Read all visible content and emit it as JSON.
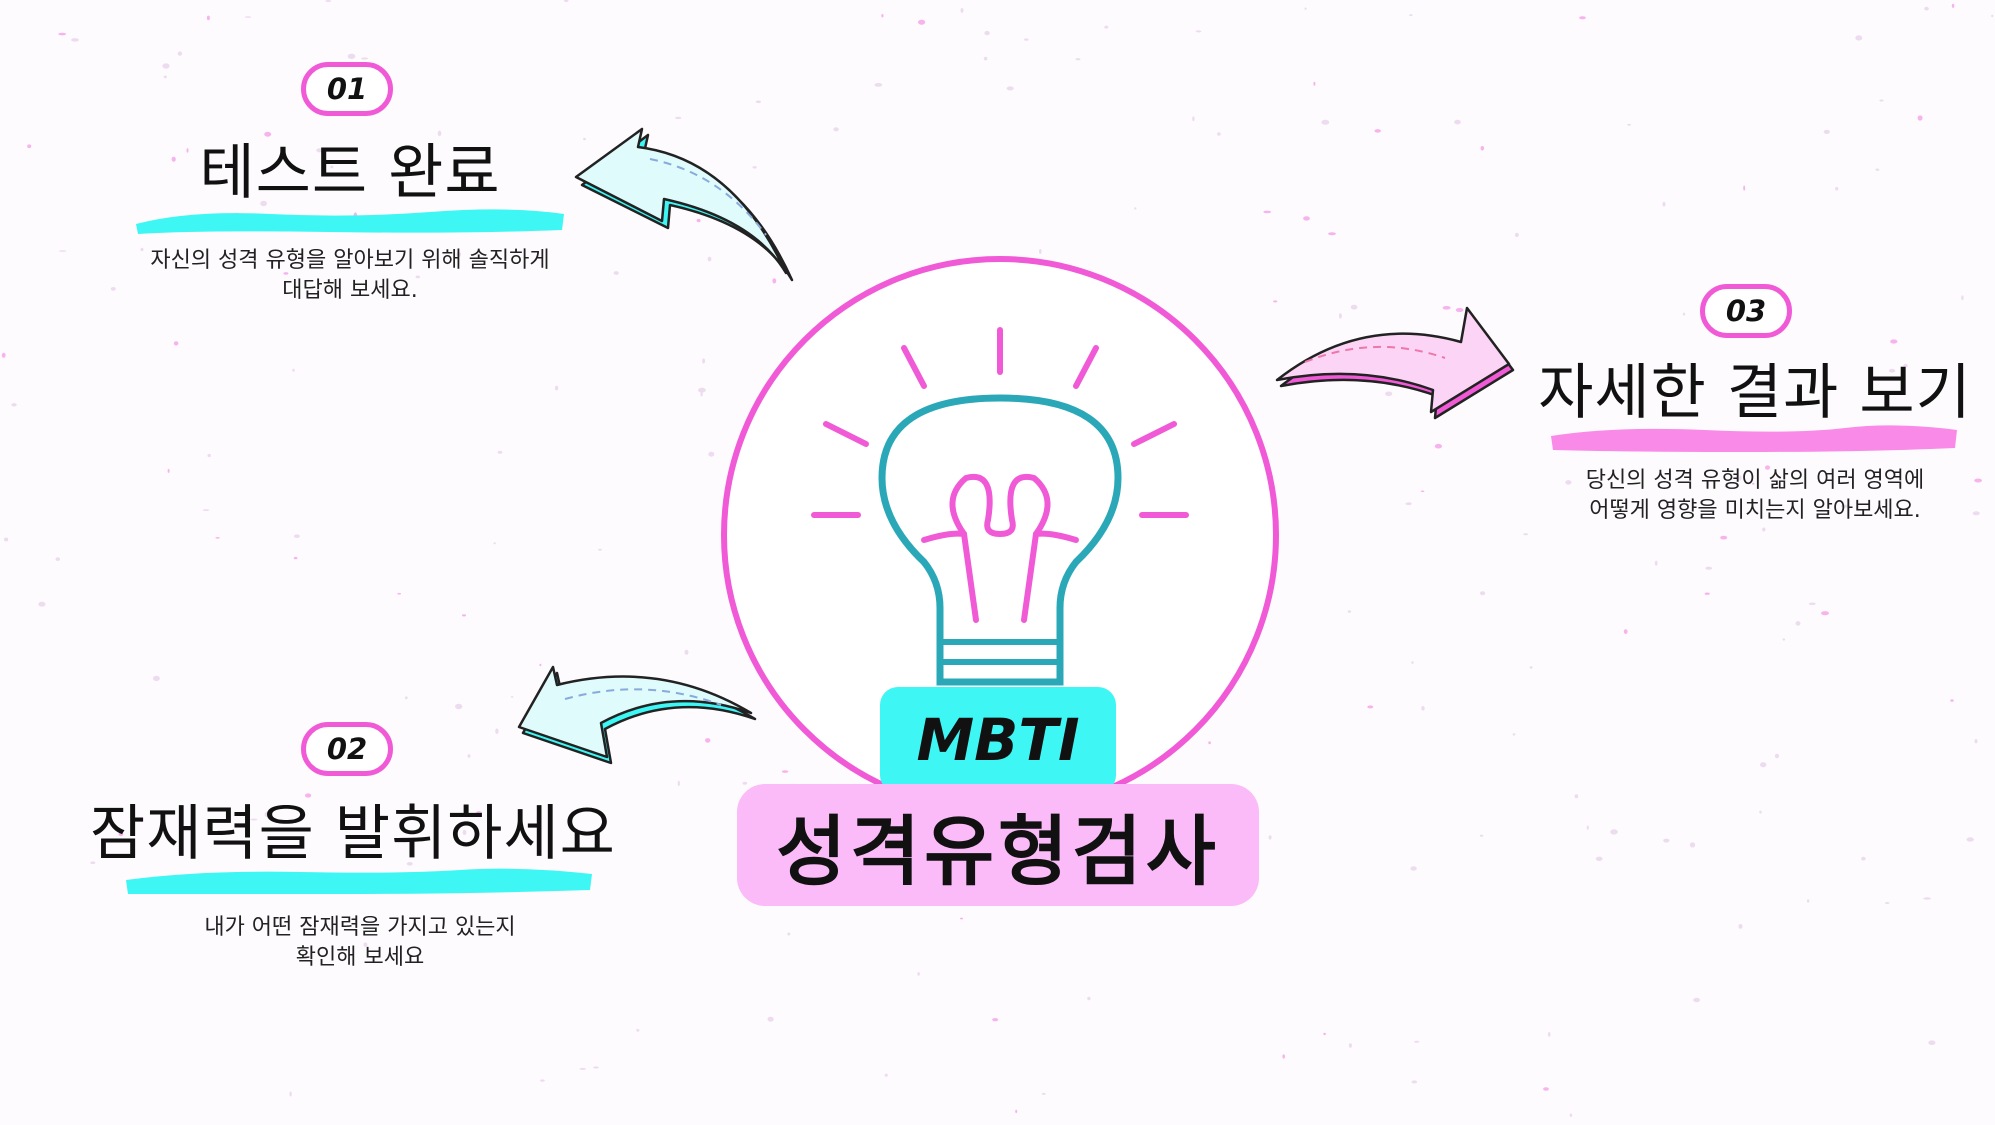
{
  "center": {
    "badge": "MBTI",
    "title": "성격유형검사"
  },
  "steps": [
    {
      "number": "01",
      "title": "테스트 완료",
      "desc_line1": "자신의 성격 유형을 알아보기 위해 솔직하게",
      "desc_line2": "대답해 보세요."
    },
    {
      "number": "02",
      "title": "잠재력을 발휘하세요",
      "desc_line1": "내가 어떤 잠재력을 가지고 있는지",
      "desc_line2": "확인해 보세요"
    },
    {
      "number": "03",
      "title": "자세한 결과 보기",
      "desc_line1": "당신의 성격 유형이 삶의 여러 영역에",
      "desc_line2": "어떻게 영향을 미치는지 알아보세요."
    }
  ],
  "colors": {
    "pink": "#f05ad7",
    "pink_light": "#fbbbf8",
    "cyan": "#3ef6f4",
    "teal": "#2aa8b8",
    "arrow_cyan_fill": "#dffbfb",
    "arrow_pink_fill": "#fcd4f6"
  },
  "icons": {
    "center": "lightbulb-icon",
    "arrows": [
      "curved-arrow-left-icon",
      "curved-arrow-left-icon",
      "curved-arrow-right-icon"
    ]
  }
}
